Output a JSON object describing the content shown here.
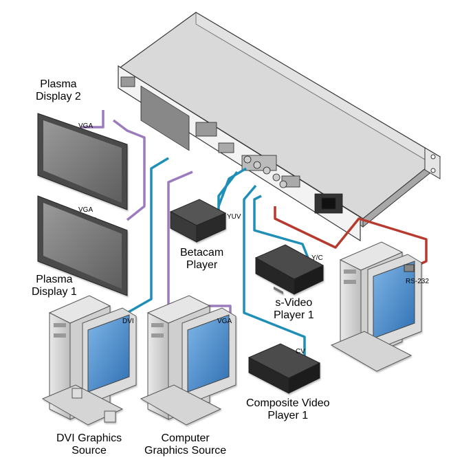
{
  "labels": {
    "plasma_display_2": [
      "Plasma",
      "Display 2"
    ],
    "plasma_display_1": [
      "Plasma",
      "Display 1"
    ],
    "betacam_player": [
      "Betacam",
      "Player"
    ],
    "svideo_player": [
      "s-Video",
      "Player 1"
    ],
    "composite_player": [
      "Composite Video",
      "Player 1"
    ],
    "dvi_source": [
      "DVI Graphics",
      "Source"
    ],
    "computer_source": [
      "Computer",
      "Graphics Source"
    ]
  },
  "cable_labels": {
    "vga_top": "VGA",
    "vga_mid": "VGA",
    "vga_source": "VGA",
    "dvi": "DVI",
    "yuv": "YUV",
    "yc": "Y/C",
    "cv": "CV",
    "rs232": "RS-232"
  },
  "colors": {
    "vga_cable": "#9b7bbd",
    "video_cable": "#1f8fb8",
    "rs232_cable": "#b8392e",
    "device_dark": "#2e2e2e",
    "monitor_screen": "#4a8fd0"
  }
}
